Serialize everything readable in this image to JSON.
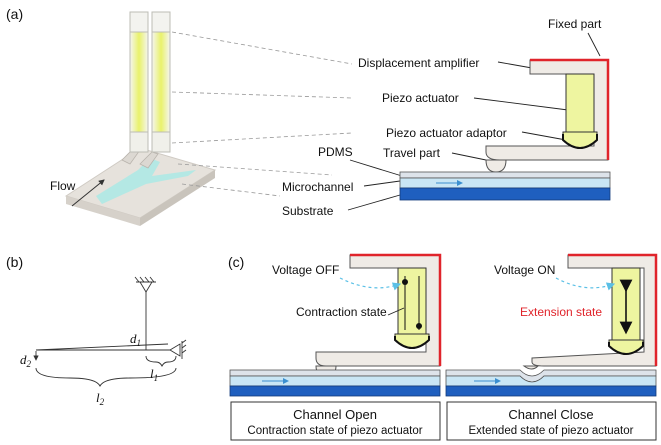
{
  "panels": {
    "a": "(a)",
    "b": "(b)",
    "c": "(c)"
  },
  "panel_a": {
    "fixed_part": "Fixed part",
    "displacement_amplifier": "Displacement amplifier",
    "piezo_actuator": "Piezo actuator",
    "piezo_actuator_adaptor": "Piezo actuator adaptor",
    "pdms": "PDMS",
    "travel_part": "Travel part",
    "microchannel": "Microchannel",
    "substrate": "Substrate",
    "flow": "Flow"
  },
  "panel_b": {
    "d1": "d",
    "d1_sub": "1",
    "d2": "d",
    "d2_sub": "2",
    "l1": "l",
    "l1_sub": "1",
    "l2": "l",
    "l2_sub": "2"
  },
  "panel_c": {
    "voltage_off": "Voltage OFF",
    "voltage_on": "Voltage ON",
    "contraction_state": "Contraction state",
    "extension_state": "Extension state",
    "open_title": "Channel Open",
    "open_sub": "Contraction state of piezo actuator",
    "close_title": "Channel Close",
    "close_sub": "Extended state of piezo actuator"
  },
  "colors": {
    "fixed_border": "#e0242b",
    "extension_text": "#e0242b",
    "piezo_fill": "#eef5a0",
    "amplifier_fill": "#efebe6",
    "pdms_fill": "#dde3ea",
    "channel_fill": "#c9e6f5",
    "substrate_fill": "#1f5fbf",
    "dashed_arrow": "#5bc0e6"
  }
}
